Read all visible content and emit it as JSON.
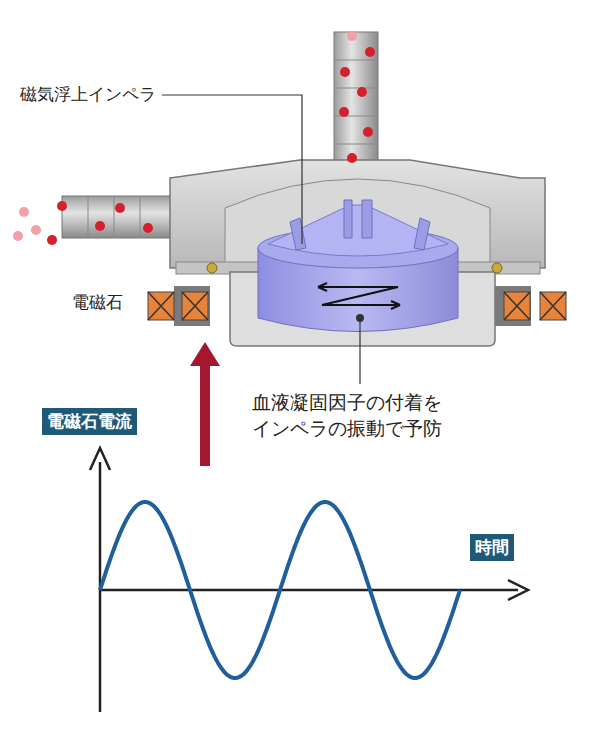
{
  "diagram": {
    "nodes": [
      {
        "text": [
          "電磁石電流"
        ]
      },
      {
        "text": [
          "時間"
        ]
      }
    ],
    "labels": [
      "磁気浮上インペラ",
      "電磁石",
      "血液凝固因子の付着を インペラの振動で予防"
    ]
  }
}
